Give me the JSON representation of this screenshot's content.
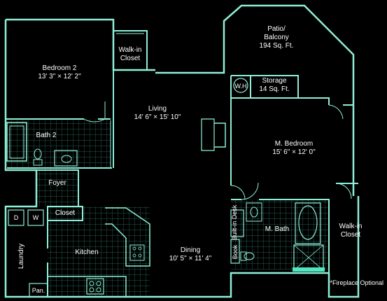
{
  "colors": {
    "wall": "#8ff0d8",
    "background": "#000000",
    "text": "#ffffff",
    "accent": "#4fe8c0"
  },
  "rooms": {
    "bedroom2": {
      "name": "Bedroom 2",
      "dims": "13' 3\" × 12' 2\""
    },
    "walkin_closet_1": {
      "line1": "Walk-in",
      "line2": "Closet"
    },
    "patio": {
      "line1": "Patio/",
      "line2": "Balcony",
      "area": "194 Sq. Ft."
    },
    "wh": "W.H",
    "storage": {
      "name": "Storage",
      "area": "14 Sq. Ft."
    },
    "living": {
      "name": "Living",
      "dims": "14' 6\" × 15' 10\""
    },
    "bath2": "Bath 2",
    "master": {
      "name": "M. Bedroom",
      "dims": "15' 6\" × 12' 0\""
    },
    "foyer": "Foyer",
    "closet": "Closet",
    "washer": "W",
    "dryer": "D",
    "kitchen": "Kitchen",
    "laundry": "Laundry",
    "pantry": "Pan.",
    "dining": {
      "name": "Dining",
      "dims": "10' 5\" × 11' 4\""
    },
    "builtin_desk": "Built-in Desk",
    "book": "Book",
    "mbath": "M. Bath",
    "walkin_closet_2": {
      "line1": "Walk-in",
      "line2": "Closet"
    }
  },
  "footnote": "*Fireplace Optional"
}
